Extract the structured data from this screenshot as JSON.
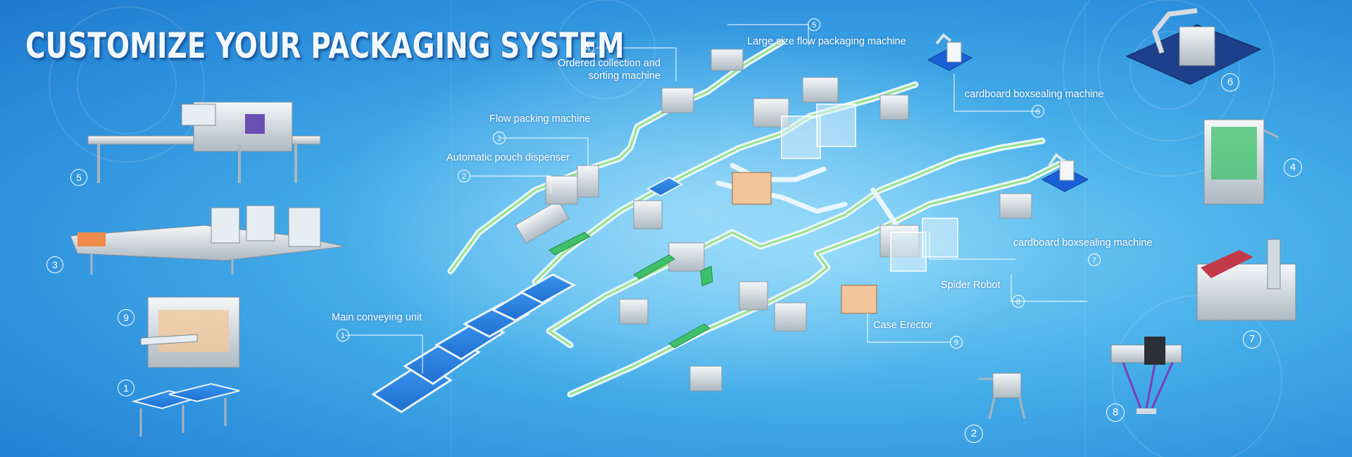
{
  "title": "CUSTOMIZE YOUR PACKAGING SYSTEM",
  "colors": {
    "background": "#2c8fdc",
    "line": "#ffffff",
    "conveyor": "#2a7ee0",
    "machine": "#d9e3ea"
  },
  "callouts": [
    {
      "num": "1",
      "label": "Main conveying unit"
    },
    {
      "num": "2",
      "label": "Automatic pouch dispenser"
    },
    {
      "num": "3",
      "label": "Flow packing machine"
    },
    {
      "num": "4",
      "label": "Ordered collection and sorting machine",
      "line1": "Ordered collection and",
      "line2": "sorting machine"
    },
    {
      "num": "5",
      "label": "Large size flow packaging machine"
    },
    {
      "num": "6",
      "label": "cardboard boxsealing machine"
    },
    {
      "num": "7",
      "label": "cardboard boxsealing machine"
    },
    {
      "num": "8",
      "label": "Spider Robot"
    },
    {
      "num": "9",
      "label": "Case Erector"
    }
  ],
  "thumbnails": [
    {
      "num": "5",
      "icon": "flow-wrapper-icon"
    },
    {
      "num": "3",
      "icon": "packing-line-icon"
    },
    {
      "num": "9",
      "icon": "case-erector-icon"
    },
    {
      "num": "1",
      "icon": "conveyor-icon"
    },
    {
      "num": "2",
      "icon": "pouch-dispenser-icon"
    },
    {
      "num": "8",
      "icon": "spider-robot-icon"
    },
    {
      "num": "7",
      "icon": "box-sealer-icon"
    },
    {
      "num": "4",
      "icon": "collection-machine-icon"
    },
    {
      "num": "6",
      "icon": "robot-arm-icon"
    }
  ]
}
